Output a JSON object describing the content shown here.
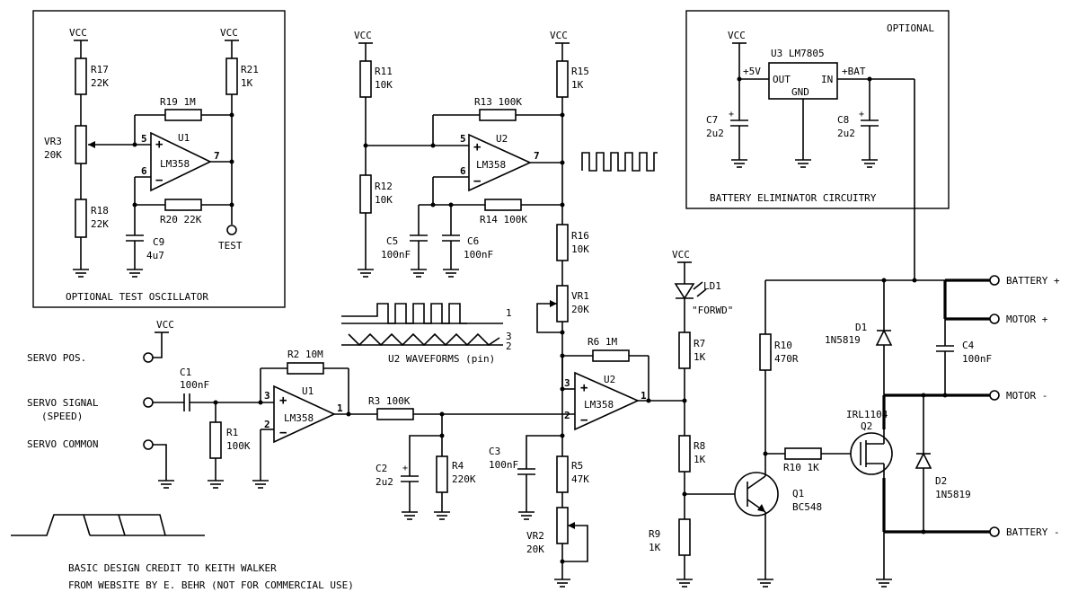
{
  "vcc": "VCC",
  "osc": {
    "title": "OPTIONAL TEST OSCILLATOR",
    "r17": "R17",
    "r17v": "22K",
    "r21": "R21",
    "r21v": "1K",
    "r19": "R19 1M",
    "vr3": "VR3",
    "vr3v": "20K",
    "u1": "U1",
    "ic": "LM358",
    "p5": "5",
    "p6": "6",
    "p7": "7",
    "r18": "R18",
    "r18v": "22K",
    "r20": "R20 22K",
    "c9": "C9",
    "c9v": "4u7",
    "test": "TEST"
  },
  "osc2": {
    "r11": "R11",
    "r11v": "10K",
    "r12": "R12",
    "r12v": "10K",
    "r13": "R13 100K",
    "r14": "R14 100K",
    "r15": "R15",
    "r15v": "1K",
    "r16": "R16",
    "r16v": "10K",
    "u2": "U2",
    "ic": "LM358",
    "p5": "5",
    "p6": "6",
    "p7": "7",
    "c5": "C5",
    "c5v": "100nF",
    "c6": "C6",
    "c6v": "100nF",
    "vr1": "VR1",
    "vr1v": "20K"
  },
  "waves": {
    "label": "U2 WAVEFORMS (pin)",
    "p1": "1",
    "p2": "2",
    "p3": "3"
  },
  "bec": {
    "optional": "OPTIONAL",
    "title": "BATTERY ELIMINATOR CIRCUITRY",
    "u3": "U3 LM7805",
    "v5": "+5V",
    "out": "OUT",
    "gnd": "GND",
    "in": "IN",
    "bat": "+BAT",
    "c7": "C7",
    "c7v": "2u2",
    "c8": "C8",
    "c8v": "2u2"
  },
  "inputs": {
    "pos": "SERVO POS.",
    "signal": "SERVO SIGNAL",
    "speed": "(SPEED)",
    "common": "SERVO COMMON"
  },
  "buf": {
    "c1": "C1",
    "c1v": "100nF",
    "r1": "R1",
    "r1v": "100K",
    "r2": "R2 10M",
    "u1": "U1",
    "ic": "LM358",
    "p1": "1",
    "p2": "2",
    "p3": "3",
    "r3": "R3 100K",
    "c2": "C2",
    "c2v": "2u2",
    "r4": "R4",
    "r4v": "220K"
  },
  "comp": {
    "r6": "R6 1M",
    "u2": "U2",
    "ic": "LM358",
    "p1": "1",
    "p2": "2",
    "p3": "3",
    "c3": "C3",
    "c3v": "100nF",
    "r5": "R5",
    "r5v": "47K",
    "vr2": "VR2",
    "vr2v": "20K"
  },
  "drive": {
    "ld1": "LD1",
    "forwd": "\"FORWD\"",
    "r7": "R7",
    "r7v": "1K",
    "r8": "R8",
    "r8v": "1K",
    "r9": "R9",
    "r9v": "1K",
    "q1": "Q1",
    "q1v": "BC548",
    "r10a": "R10",
    "r10av": "470R",
    "r10b": "R10 1K",
    "q2": "Q2",
    "q2v": "IRL1104",
    "d1": "D1",
    "d1v": "1N5819",
    "d2": "D2",
    "d2v": "1N5819",
    "c4": "C4",
    "c4v": "100nF"
  },
  "outputs": {
    "batp": "BATTERY +",
    "motp": "MOTOR +",
    "motm": "MOTOR -",
    "batm": "BATTERY -"
  },
  "credit": {
    "line1": "BASIC DESIGN CREDIT TO KEITH WALKER",
    "line2": "FROM WEBSITE BY E. BEHR (NOT FOR COMMERCIAL USE)"
  }
}
